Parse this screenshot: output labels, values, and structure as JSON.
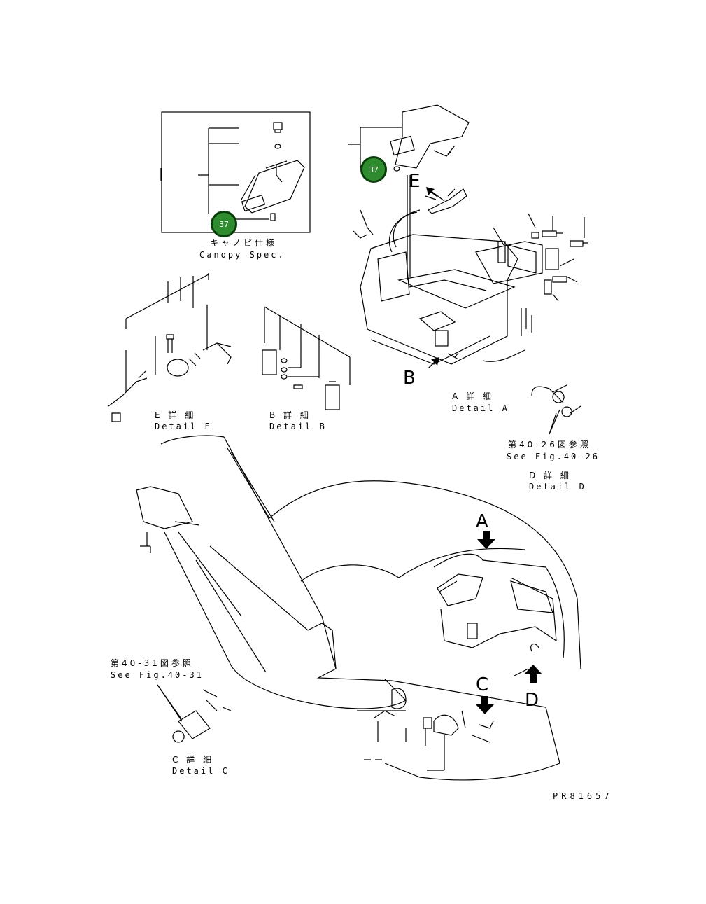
{
  "callouts": [
    {
      "label": "37"
    },
    {
      "label": "37"
    }
  ],
  "canopy": {
    "jp": "キャノピ仕様",
    "en": "Canopy Spec."
  },
  "details": {
    "e": {
      "jp": "E 詳 細",
      "en": "Detail E"
    },
    "b": {
      "jp": "B 詳 細",
      "en": "Detail B"
    },
    "a": {
      "jp": "A 詳 細",
      "en": "Detail A"
    },
    "d": {
      "jp": "D 詳 細",
      "en": "Detail D"
    },
    "c": {
      "jp": "C 詳 細",
      "en": "Detail C"
    }
  },
  "refs": {
    "fig40_26": {
      "jp": "第40-26図参照",
      "en": "See Fig.40-26"
    },
    "fig40_31": {
      "jp": "第40-31図参照",
      "en": "See Fig.40-31"
    }
  },
  "view_letters": {
    "e": "E",
    "b": "B",
    "a": "A",
    "c": "C",
    "d": "D"
  },
  "drawing_number": "PR81657"
}
